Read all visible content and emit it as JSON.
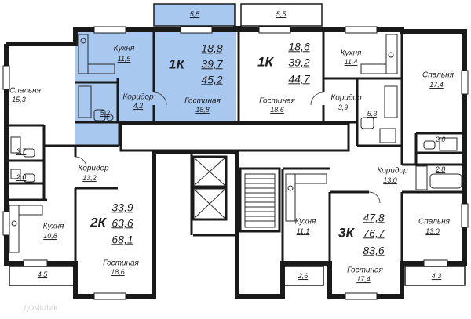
{
  "colors": {
    "highlight": "#a8c8f0",
    "wall": "#1a1a1a",
    "background": "#ffffff"
  },
  "balconies": {
    "b1": "5,5",
    "b2": "5,5",
    "b3": "4,5",
    "b4": "2,6",
    "b5": "4,3"
  },
  "apt_1k_left": {
    "type": "1К",
    "living_area": "18,8",
    "total_area": "39,7",
    "total_area_balcony": "45,2",
    "kitchen_label": "Кухня",
    "kitchen_area": "11,5",
    "corridor_label": "Коридор",
    "corridor_area": "4,2",
    "bath_area": "5,2",
    "living_label": "Гостиная",
    "living_room_area": "18,8"
  },
  "apt_1k_right": {
    "type": "1К",
    "living_area": "18,6",
    "total_area": "39,2",
    "total_area_balcony": "44,7",
    "kitchen_label": "Кухня",
    "kitchen_area": "11,4",
    "corridor_label": "Коридор",
    "corridor_area": "3,9",
    "bath_area": "5,3",
    "living_label": "Гостиная",
    "living_room_area": "18,6"
  },
  "apt_2k": {
    "type": "2К",
    "living_area": "33,9",
    "total_area": "63,6",
    "total_area_balcony": "68,1",
    "bedroom_label": "Спальня",
    "bedroom_area": "15,3",
    "bath1_area": "3,7",
    "bath2_area": "2,0",
    "corridor_label": "Коридор",
    "corridor_area": "13,2",
    "kitchen_label": "Кухня",
    "kitchen_area": "10,8",
    "living_label": "Гостиная",
    "living_room_area": "18,6"
  },
  "apt_3k": {
    "type": "3К",
    "living_area": "47,8",
    "total_area": "76,7",
    "total_area_balcony": "83,6",
    "bedroom1_label": "Спальня",
    "bedroom1_area": "17,4",
    "bath1_area": "2,0",
    "bath2_area": "2,8",
    "corridor_label": "Коридор",
    "corridor_area": "13,0",
    "bedroom2_label": "Спальня",
    "bedroom2_area": "13,0",
    "kitchen_label": "Кухня",
    "kitchen_area": "11,1",
    "living_label": "Гостиная",
    "living_room_area": "17,4"
  },
  "watermark": "ДОМКЛИК"
}
